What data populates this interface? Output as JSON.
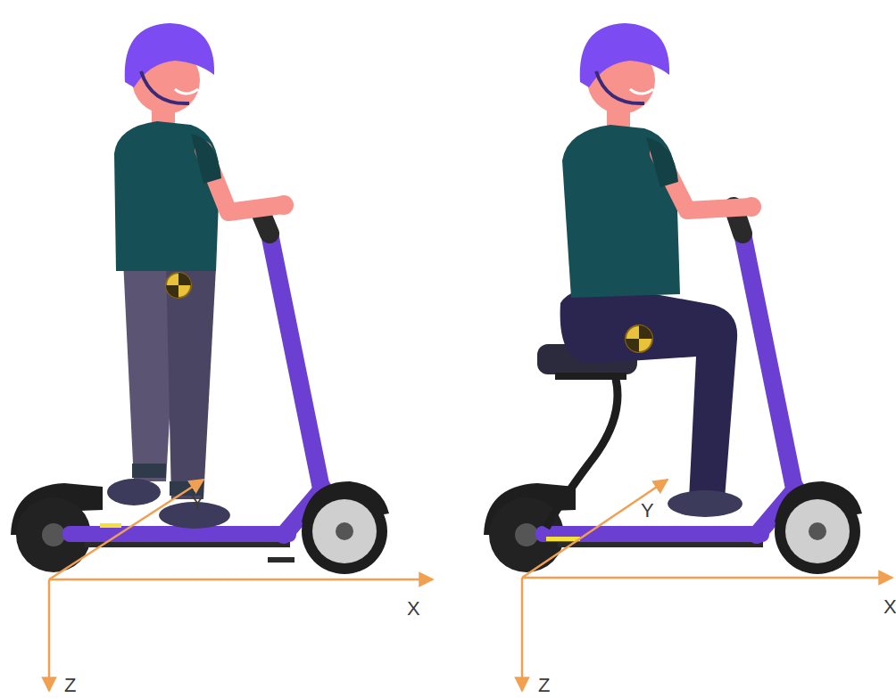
{
  "diagram": {
    "labels": [
      "Y",
      "X",
      "Z",
      "Y",
      "X",
      "Z"
    ]
  }
}
